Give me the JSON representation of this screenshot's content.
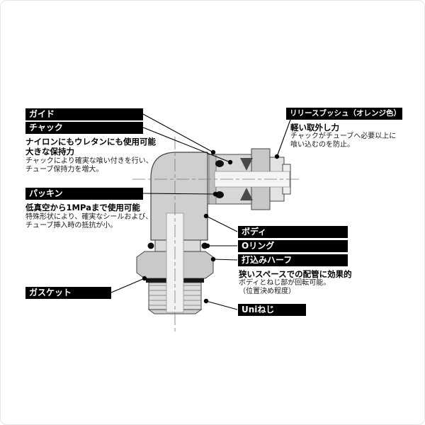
{
  "callouts": {
    "guide": {
      "label": "ガイド"
    },
    "chuck": {
      "label": "チャック",
      "bold1": "ナイロンにもウレタンにも使用可能",
      "bold2": "大きな保持力",
      "desc1": "チャックにより確実な喰い付きを行い、",
      "desc2": "チューブ保持力を増大。"
    },
    "packing": {
      "label": "パッキン",
      "bold1": "低真空から1MPaまで使用可能",
      "desc1": "特殊形状により、確実なシールおよび、",
      "desc2": "チューブ挿入時の抵抗が小。"
    },
    "gasket": {
      "label": "ガスケット"
    },
    "release": {
      "label": "リリースブッシュ（オレンジ色）",
      "bold1": "軽い取外し力",
      "desc1": "チャックがチューブへ必要以上に",
      "desc2": "喰い込むのを防止。"
    },
    "body": {
      "label": "ボディ"
    },
    "oring": {
      "label": "Oリング"
    },
    "half": {
      "label": "打込みハーフ",
      "bold1": "狭いスペースでの配管に効果的",
      "desc1": "ボディとねじ部が回転可能。",
      "desc2": "（位置決め程度）"
    },
    "uni": {
      "label": "Uniねじ"
    }
  },
  "colors": {
    "label_bg": "#000000",
    "label_text": "#ffffff",
    "leader": "#000000",
    "drawing_fill": "#d4d4d4",
    "drawing_stroke": "#444444"
  }
}
